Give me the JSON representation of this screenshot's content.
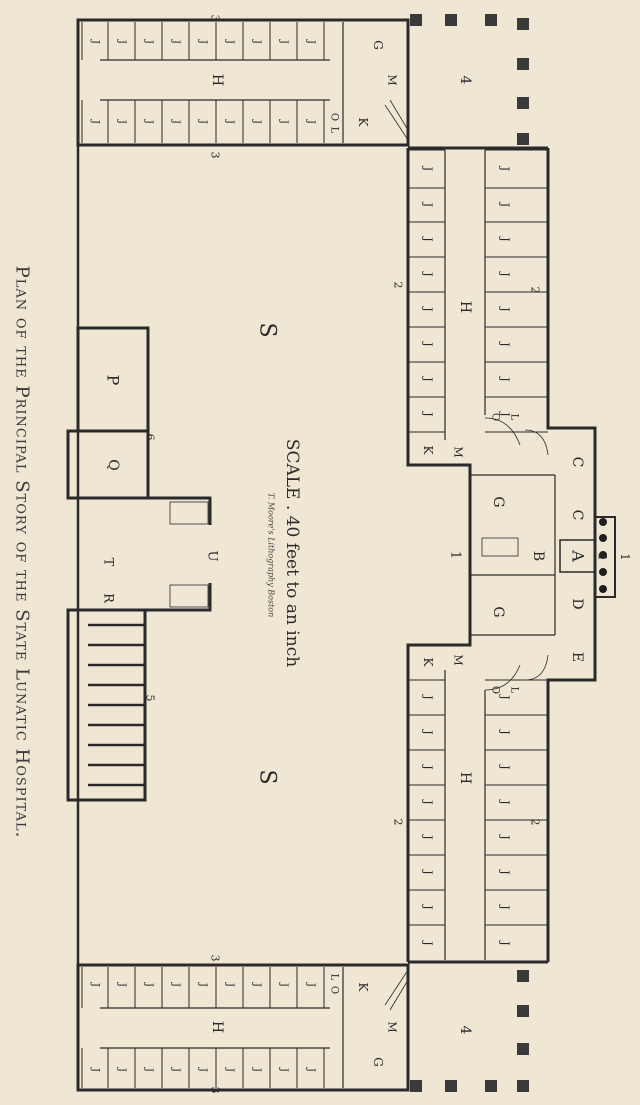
{
  "caption": "Plan of the Principal Story of the State Lunatic Hospital.",
  "scale": "SCALE . 40 feet to an inch",
  "lithographer": "T. Moore's Lithography Boston",
  "letters": {
    "A": "A",
    "B": "B",
    "C": "C",
    "D": "D",
    "E": "E",
    "d": "d",
    "G": "G",
    "H": "H",
    "J": "J",
    "K": "K",
    "L": "L",
    "M": "M",
    "O": "O",
    "P": "P",
    "Q": "Q",
    "R": "R",
    "S": "S",
    "T": "T",
    "U": "U"
  },
  "numbers": {
    "n1": "1",
    "n2": "2",
    "n3": "3",
    "n4": "4",
    "n5": "5",
    "n6": "6"
  }
}
